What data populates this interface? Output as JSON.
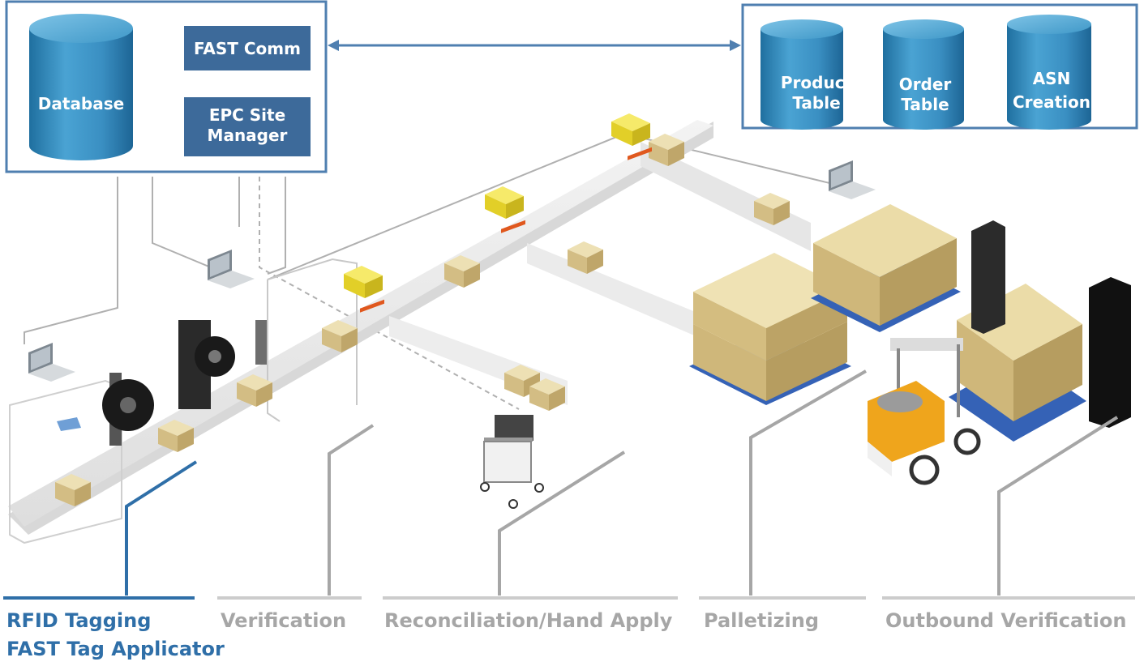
{
  "server_box": {
    "database_label": "Database",
    "fast_comm_label": "FAST Comm",
    "epc_site_manager_label": [
      "EPC Site",
      "Manager"
    ]
  },
  "enterprise_box": {
    "product_table_label": [
      "Product",
      "Table"
    ],
    "order_table_label": [
      "Order",
      "Table"
    ],
    "asn_creation_label": [
      "ASN",
      "Creation"
    ]
  },
  "stages": {
    "rfid_tagging": "RFID Tagging",
    "fast_tag_applicator": "FAST Tag Applicator",
    "verification": "Verification",
    "reconciliation": "Reconciliation/Hand Apply",
    "palletizing": "Palletizing",
    "outbound_verification": "Outbound Verification"
  },
  "colors": {
    "active_stage": "#2f6fa8",
    "inactive_stage": "#a6a6a6",
    "database_cylinder": "#3a93c6",
    "server_module": "#3d6a9a",
    "frame_border": "#4f7fb0",
    "carton": "#d9c48e",
    "tagged_carton": "#e9d431",
    "rfid_tag": "#e0581e",
    "pallet": "#3562b6"
  }
}
